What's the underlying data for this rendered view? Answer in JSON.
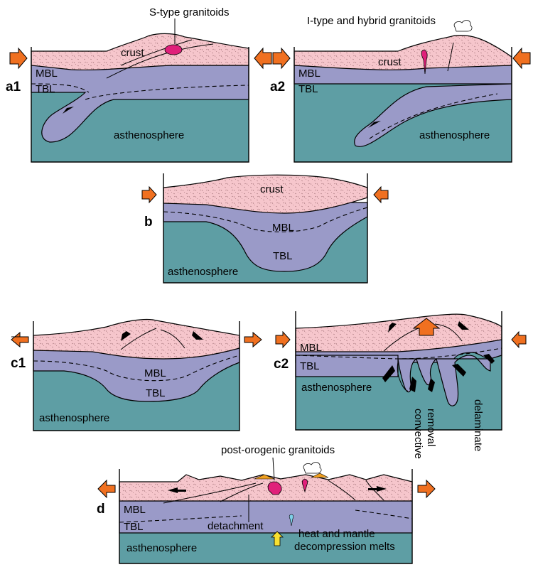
{
  "labels": {
    "crust": "crust",
    "mbl": "MBL",
    "tbl": "TBL",
    "asthenosphere": "asthenosphere",
    "s_type": "S-type granitoids",
    "i_type": "I-type and hybrid granitoids",
    "post_orogenic": "post-orogenic granitoids",
    "convective": "convective",
    "removal": "removal",
    "delaminate": "delaminate",
    "detachment": "detachment",
    "heat_line1": "heat and mantle",
    "heat_line2": "decompression melts"
  },
  "panels": {
    "a1": "a1",
    "a2": "a2",
    "b": "b",
    "c1": "c1",
    "c2": "c2",
    "d": "d"
  },
  "colors": {
    "crust": "#f6c6cc",
    "lithosphere": "#9a9ac8",
    "asthenosphere": "#5e9ea4",
    "plate_arrow": "#f07020",
    "granitoid": "#e0207a",
    "heat_arrow": "#f8e030",
    "melt_drop": "#7ed0e8"
  }
}
